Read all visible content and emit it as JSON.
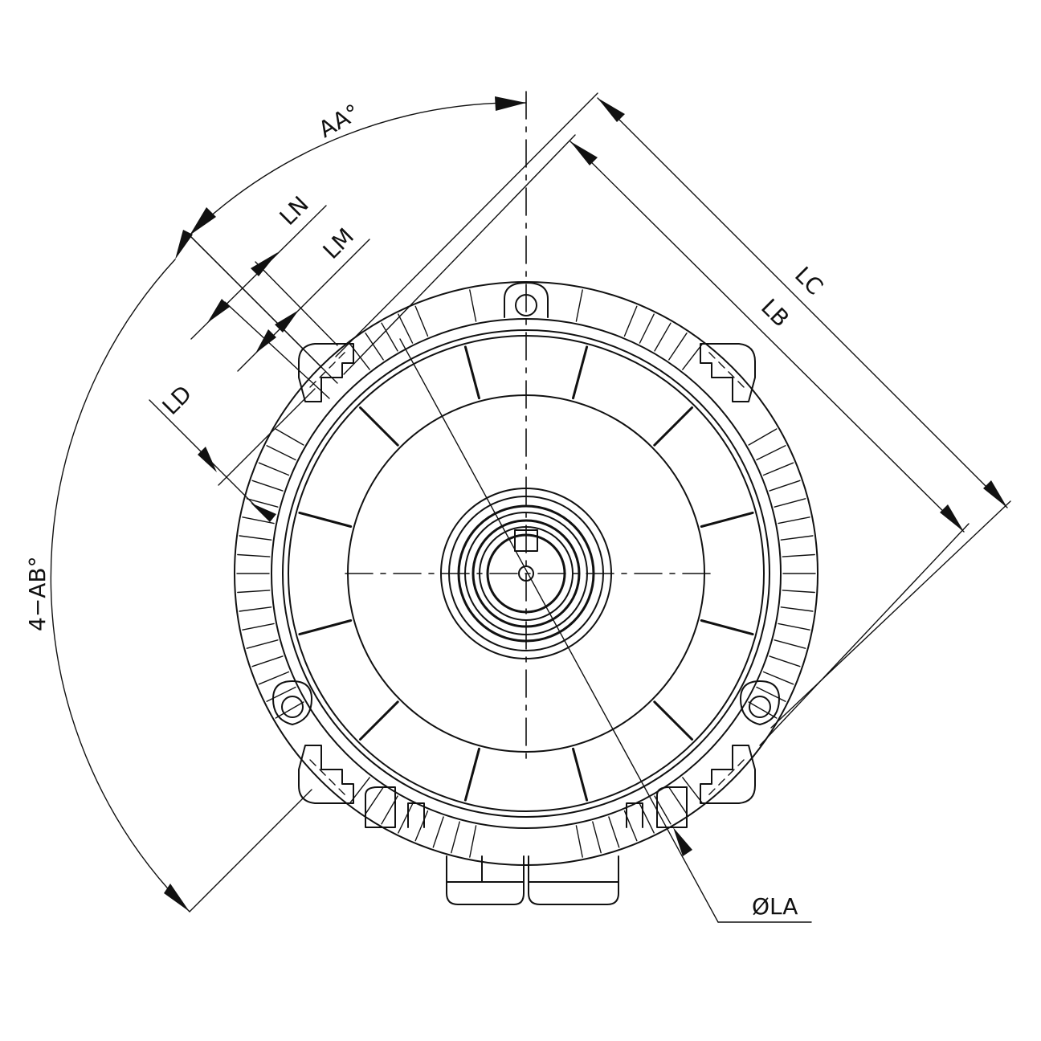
{
  "labels": {
    "aa": "AA°",
    "ab": "4−AB°",
    "ln": "LN",
    "lm": "LM",
    "ld": "LD",
    "lc": "LC",
    "lb": "LB",
    "la": "ØLA"
  }
}
